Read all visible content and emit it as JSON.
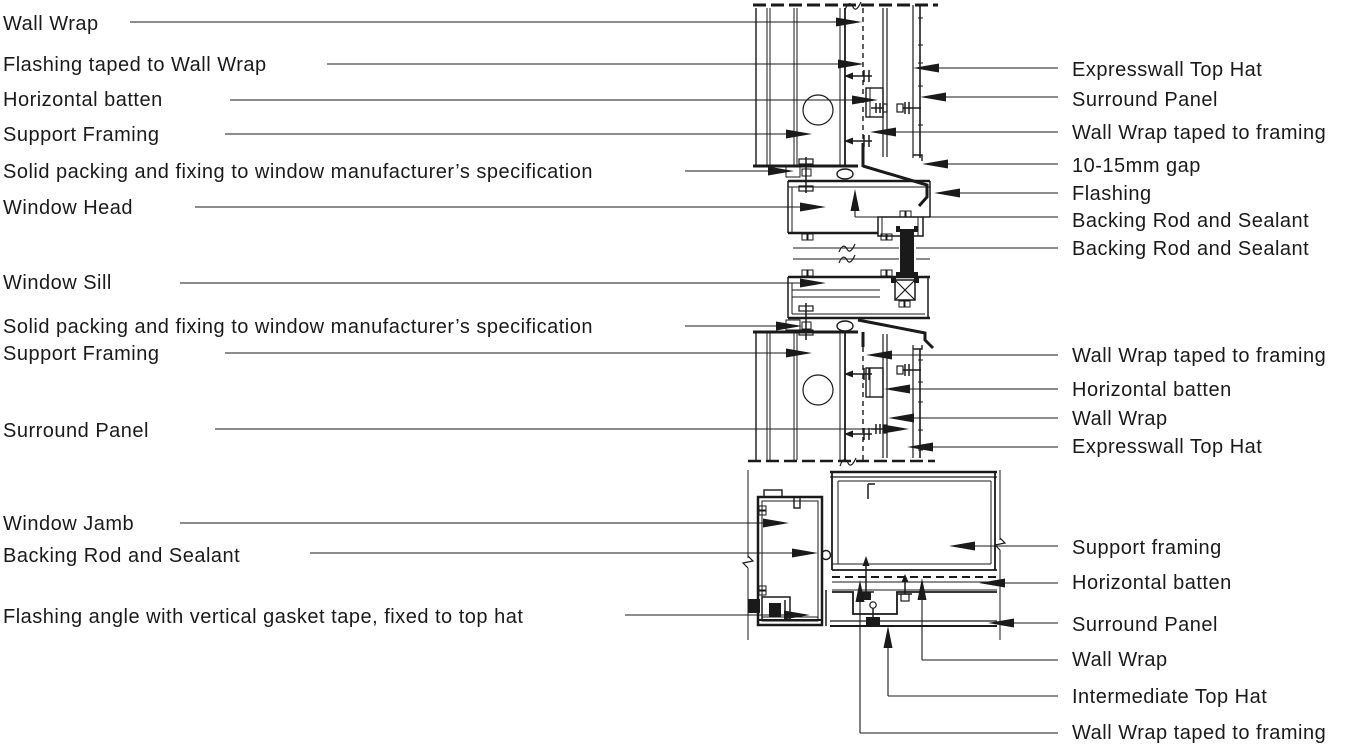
{
  "drawing": {
    "kind": "architectural-window-detail-section",
    "line_color": "#1a1a1a",
    "background_color": "#ffffff",
    "views": [
      "head-sill-section",
      "jamb-plan"
    ]
  },
  "labels": {
    "left": [
      {
        "text": "Wall Wrap"
      },
      {
        "text": "Flashing taped to Wall Wrap"
      },
      {
        "text": "Horizontal batten"
      },
      {
        "text": "Support Framing"
      },
      {
        "text": "Solid packing and fixing to window manufacturer’s specification"
      },
      {
        "text": "Window Head"
      },
      {
        "text": "Window Sill"
      },
      {
        "text": "Solid packing and fixing to window manufacturer’s specification"
      },
      {
        "text": "Support Framing"
      },
      {
        "text": "Surround Panel"
      },
      {
        "text": "Window Jamb"
      },
      {
        "text": "Backing Rod and Sealant"
      },
      {
        "text": "Flashing angle with vertical gasket tape, fixed to top hat"
      }
    ],
    "right": [
      {
        "text": "Expresswall Top Hat"
      },
      {
        "text": "Surround Panel"
      },
      {
        "text": "Wall Wrap taped to framing"
      },
      {
        "text": "10-15mm gap"
      },
      {
        "text": "Flashing"
      },
      {
        "text": "Backing Rod and Sealant"
      },
      {
        "text": "Backing Rod and Sealant"
      },
      {
        "text": "Wall Wrap taped to framing"
      },
      {
        "text": "Horizontal batten"
      },
      {
        "text": "Wall Wrap"
      },
      {
        "text": "Expresswall Top Hat"
      },
      {
        "text": "Support framing"
      },
      {
        "text": "Horizontal batten"
      },
      {
        "text": "Surround Panel"
      },
      {
        "text": "Wall Wrap"
      },
      {
        "text": "Intermediate Top Hat"
      },
      {
        "text": "Wall Wrap taped to framing"
      }
    ]
  }
}
